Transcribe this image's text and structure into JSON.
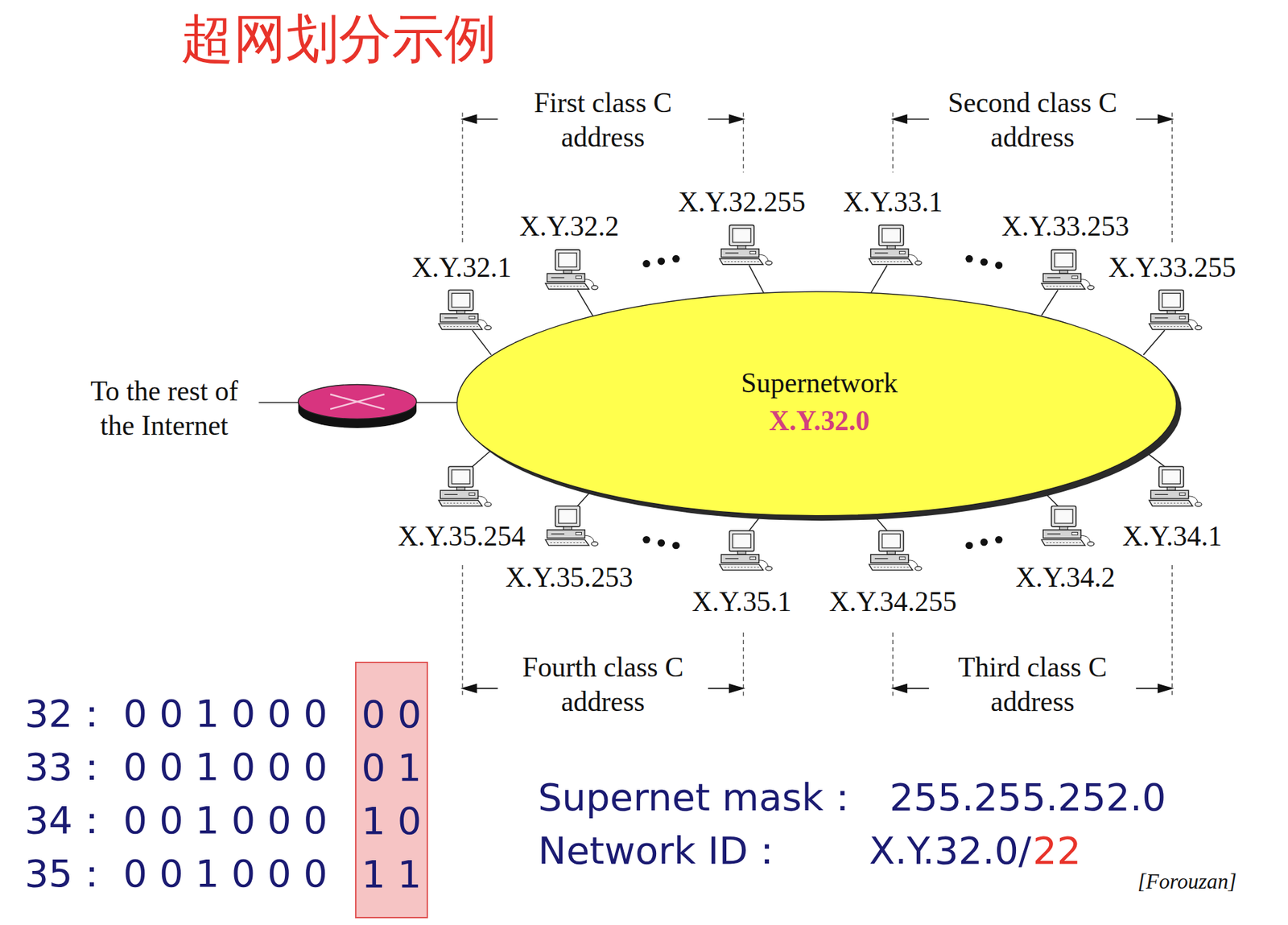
{
  "diagram": {
    "title": "超网划分示例",
    "nodes": [
      {
        "text": [
          "Supernetwork",
          "X.Y.32.0"
        ]
      },
      {
        "text": [
          "0 0",
          "0 1",
          "1 0",
          "1 1"
        ]
      }
    ],
    "labels": [
      "First class C address",
      "Second class C address",
      "X.Y.32.255",
      "X.Y.33.1",
      "X.Y.32.2",
      "X.Y.33.253",
      "X.Y.32.1",
      "X.Y.33.255",
      "To the rest of the Internet",
      "X.Y.35.254",
      "X.Y.34.1",
      "X.Y.35.253",
      "X.Y.34.2",
      "X.Y.35.1",
      "X.Y.34.255",
      "Fourth class C address",
      "Third class C address",
      "32：",
      "0 0 1 0 0 0",
      "33：",
      "0 0 1 0 0 0",
      "34：",
      "0 0 1 0 0 0",
      "35：",
      "0 0 1 0 0 0",
      "Supernet mask：",
      "255.255.252.0",
      "Network ID：",
      "X.Y.32.0/",
      "22",
      "[Forouzan]"
    ]
  }
}
